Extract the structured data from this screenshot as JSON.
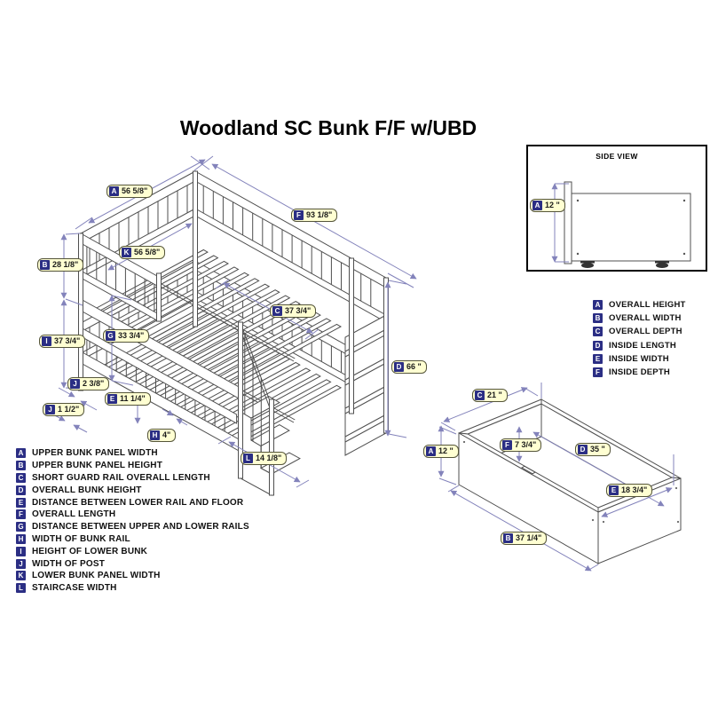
{
  "title": "Woodland SC Bunk F/F w/UBD",
  "colors": {
    "dimension_line": "#8383bb",
    "label_bg": "#ffffd2",
    "label_letter_bg": "#2b2e84",
    "drawing_line": "#4f4f4f"
  },
  "side_view": {
    "title": "SIDE VIEW",
    "dim": {
      "letter": "A",
      "value": "12 \""
    }
  },
  "legend_dims": {
    "items": [
      {
        "letter": "A",
        "label": "OVERALL HEIGHT"
      },
      {
        "letter": "B",
        "label": "OVERALL WIDTH"
      },
      {
        "letter": "C",
        "label": "OVERALL DEPTH"
      },
      {
        "letter": "D",
        "label": "INSIDE LENGTH"
      },
      {
        "letter": "E",
        "label": "INSIDE WIDTH"
      },
      {
        "letter": "F",
        "label": "INSIDE DEPTH"
      }
    ]
  },
  "legend_parts": {
    "items": [
      {
        "letter": "A",
        "label": "UPPER BUNK PANEL WIDTH"
      },
      {
        "letter": "B",
        "label": "UPPER BUNK PANEL HEIGHT"
      },
      {
        "letter": "C",
        "label": "SHORT GUARD RAIL OVERALL LENGTH"
      },
      {
        "letter": "D",
        "label": "OVERALL BUNK HEIGHT"
      },
      {
        "letter": "E",
        "label": "DISTANCE BETWEEN LOWER RAIL AND FLOOR"
      },
      {
        "letter": "F",
        "label": "OVERALL LENGTH"
      },
      {
        "letter": "G",
        "label": "DISTANCE BETWEEN UPPER AND LOWER RAILS"
      },
      {
        "letter": "H",
        "label": "WIDTH OF BUNK RAIL"
      },
      {
        "letter": "I",
        "label": "HEIGHT OF LOWER BUNK"
      },
      {
        "letter": "J",
        "label": "WIDTH OF POST"
      },
      {
        "letter": "K",
        "label": "LOWER BUNK PANEL WIDTH"
      },
      {
        "letter": "L",
        "label": "STAIRCASE WIDTH"
      }
    ]
  },
  "bed_dims": [
    {
      "letter": "A",
      "value": "56 5/8\""
    },
    {
      "letter": "F",
      "value": "93 1/8\""
    },
    {
      "letter": "K",
      "value": "56 5/8\""
    },
    {
      "letter": "B",
      "value": "28 1/8\""
    },
    {
      "letter": "I",
      "value": "37 3/4\""
    },
    {
      "letter": "G",
      "value": "33 3/4\""
    },
    {
      "letter": "C",
      "value": "37 3/4\""
    },
    {
      "letter": "D",
      "value": "66 \""
    },
    {
      "letter": "J",
      "value": "2 3/8\""
    },
    {
      "letter": "J",
      "value": "1 1/2\""
    },
    {
      "letter": "E",
      "value": "11 1/4\""
    },
    {
      "letter": "H",
      "value": "4\""
    },
    {
      "letter": "L",
      "value": "14 1/8\""
    }
  ],
  "drawer_dims": [
    {
      "letter": "C",
      "value": "21 \""
    },
    {
      "letter": "A",
      "value": "12 \""
    },
    {
      "letter": "F",
      "value": "7 3/4\""
    },
    {
      "letter": "D",
      "value": "35 \""
    },
    {
      "letter": "E",
      "value": "18 3/4\""
    },
    {
      "letter": "B",
      "value": "37 1/4\""
    }
  ]
}
